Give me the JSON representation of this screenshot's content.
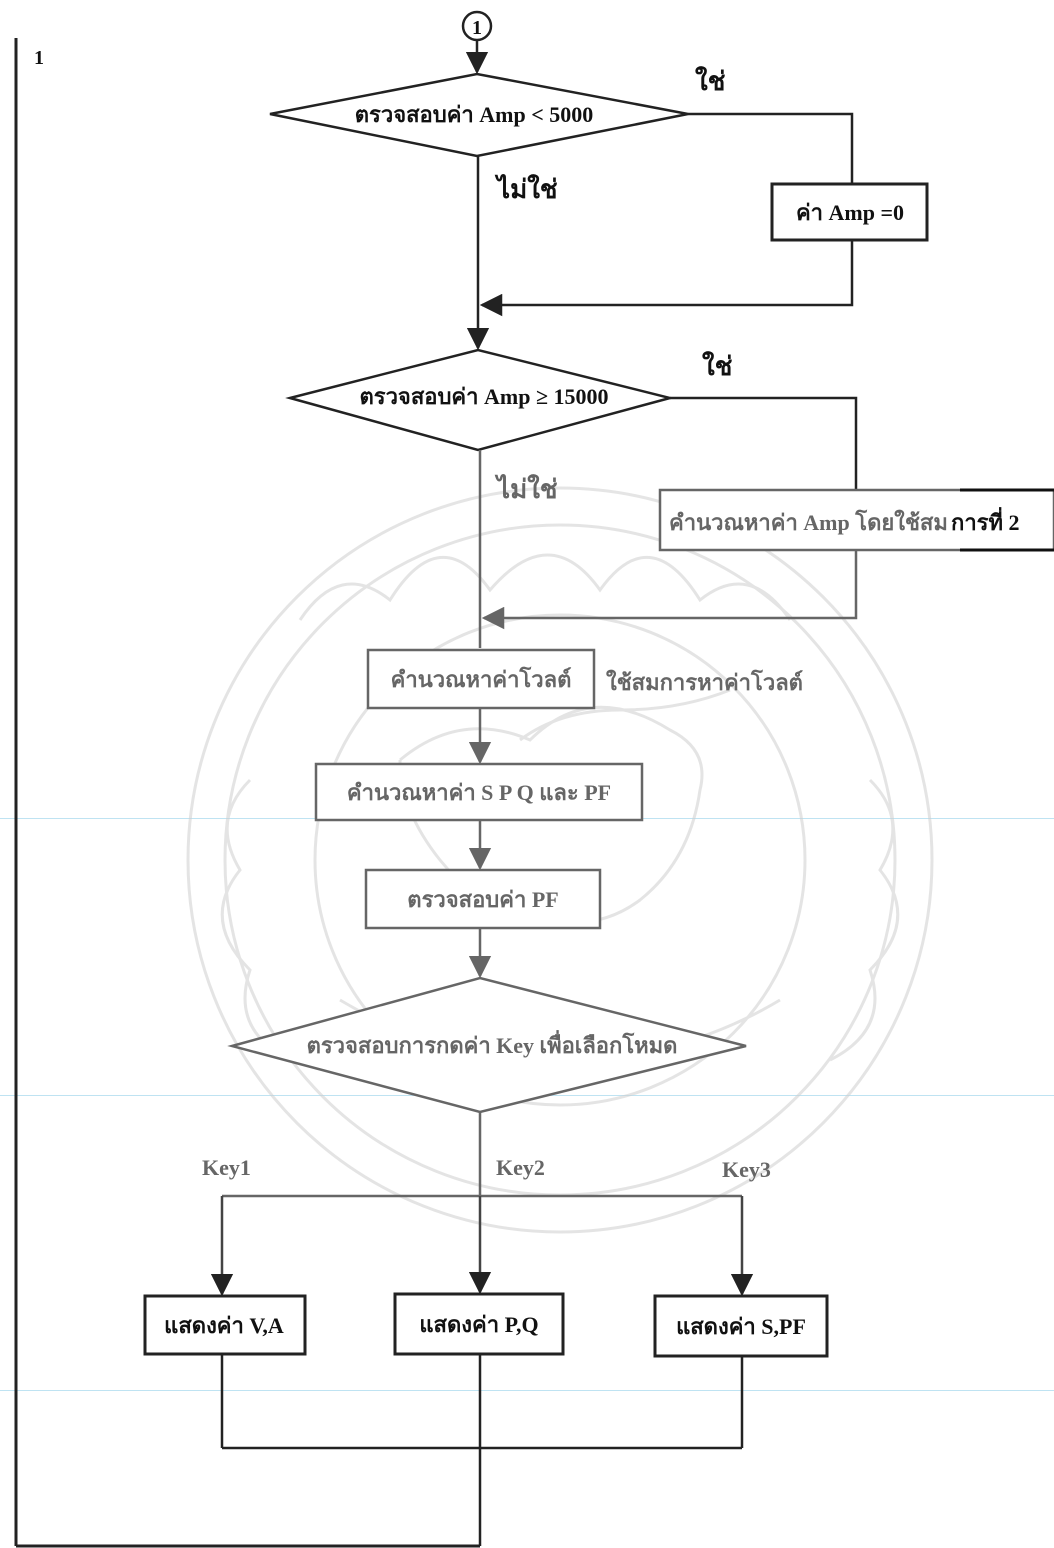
{
  "page_marker": "1",
  "connector_label": "1",
  "decisions": {
    "amp_low": "ตรวจสอบค่า Amp < 5000",
    "amp_high": "ตรวจสอบค่า Amp ≥ 15000",
    "key_select": "ตรวจสอบการกดค่า Key เพื่อเลือกโหมด"
  },
  "processes": {
    "set_amp_zero": "ค่า Amp =0",
    "calc_amp_eq2_left": "คำนวณหาค่า Amp โดยใช้สม",
    "calc_amp_eq2_right": "การที่ 2",
    "calc_volt": "คำนวณหาค่าโวลต์",
    "calc_spq_pf": "คำนวณหาค่า S P Q และ PF",
    "check_pf": "ตรวจสอบค่า PF",
    "show_va": "แสดงค่า V,A",
    "show_pq": "แสดงค่า P,Q",
    "show_spf": "แสดงค่า S,PF"
  },
  "annotations": {
    "volt_note": "ใช้สมการหาค่าโวลต์"
  },
  "branch_labels": {
    "yes_1": "ใช่",
    "no_1": "ไม่ใช่",
    "yes_2": "ใช่",
    "no_2": "ไม่ใช่",
    "key1": "Key1",
    "key2": "Key2",
    "key3": "Key3"
  },
  "colors": {
    "line": "#222222",
    "text": "#111111",
    "faded": "#6a6a6a",
    "watermark": "#dcdcdc"
  }
}
